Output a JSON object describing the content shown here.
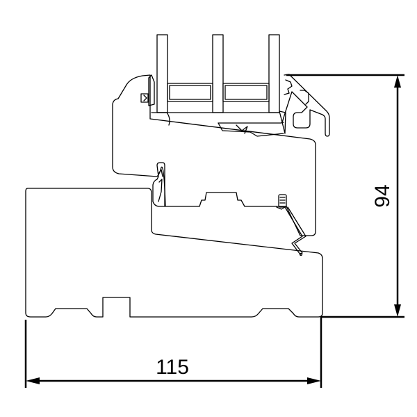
{
  "drawing": {
    "title": "Window profile cross-section",
    "dimensions": {
      "width": {
        "value": "115",
        "orientation": "horizontal"
      },
      "height": {
        "value": "94",
        "orientation": "vertical"
      }
    },
    "components": [
      {
        "name": "triple-glazing",
        "panes": 3,
        "spacers": 2
      },
      {
        "name": "sash-profile"
      },
      {
        "name": "frame-profile"
      },
      {
        "name": "glazing-bead"
      },
      {
        "name": "weather-seal-gaskets"
      },
      {
        "name": "drainage-weatherstrip"
      }
    ],
    "colors": {
      "line": "#000000",
      "background": "#ffffff"
    }
  }
}
